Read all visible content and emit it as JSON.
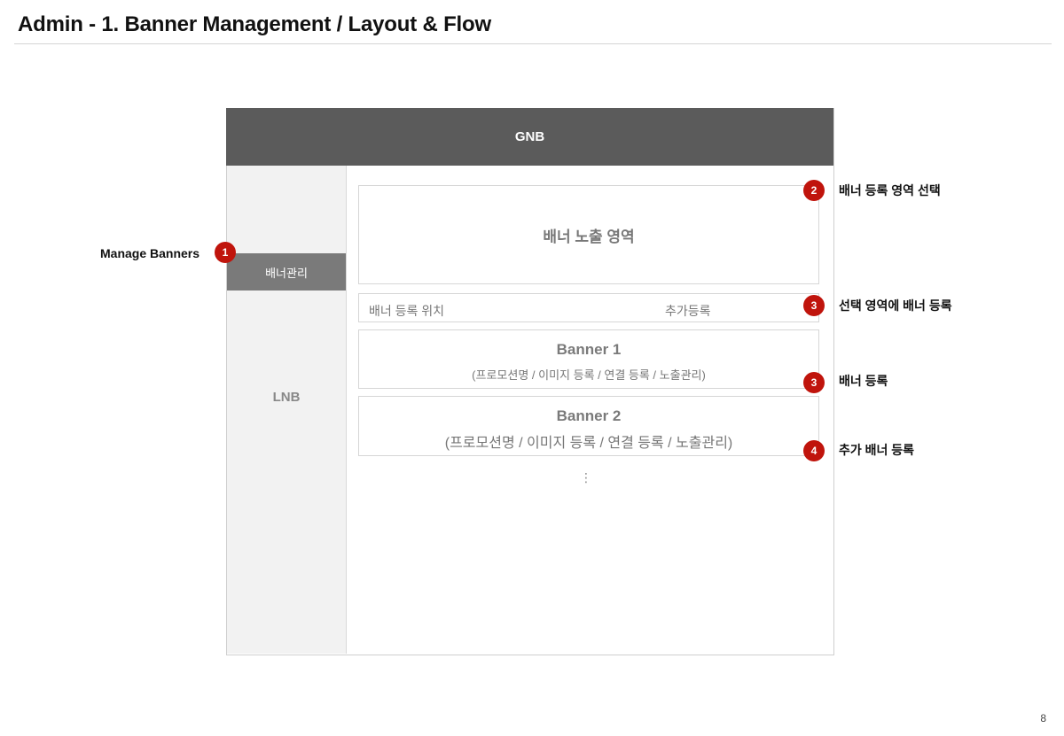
{
  "header": {
    "title": "Admin - 1. Banner Management / Layout & Flow"
  },
  "layout": {
    "gnb": "GNB",
    "lnb": "LNB",
    "lnb_active_item": "배너관리",
    "exposure_area": "배너 노출 영역",
    "registration_position": "배너 등록 위치",
    "add_registration": "추가등록",
    "banners": [
      {
        "title": "Banner 1",
        "subtitle": "(프로모션명 / 이미지 등록 / 연결 등록 / 노출관리)"
      },
      {
        "title": "Banner 2",
        "subtitle": "(프로모션명 / 이미지 등록 / 연결 등록 / 노출관리)"
      }
    ],
    "more_indicator": "⋮"
  },
  "callouts": [
    {
      "number": "1",
      "label": "Manage Banners"
    },
    {
      "number": "2",
      "label": "배너 등록 영역 선택"
    },
    {
      "number": "3",
      "label": "선택 영역에 배너 등록"
    },
    {
      "number": "3",
      "label": "배너 등록"
    },
    {
      "number": "4",
      "label": "추가 배너 등록"
    }
  ],
  "footer": {
    "page_number": "8"
  },
  "colors": {
    "gnb": "#5b5b5b",
    "lnb": "#f2f2f2",
    "active_item": "#7a7a7a",
    "badge": "#c0140c"
  }
}
